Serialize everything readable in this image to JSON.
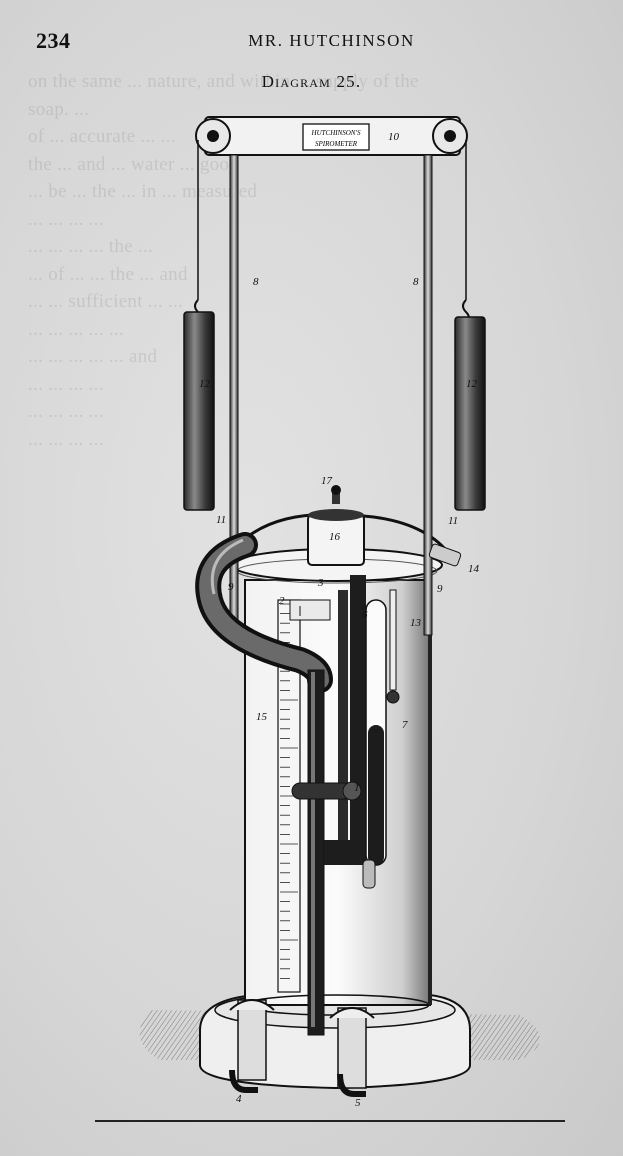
{
  "header": {
    "page_number": "234",
    "running_head": "MR. HUTCHINSON"
  },
  "figure": {
    "caption": "Diagram 25.",
    "label_plate_line1": "HUTCHINSON'S",
    "label_plate_line2": "SPIROMETER",
    "part_numbers": [
      "10",
      "8",
      "8",
      "12",
      "12",
      "17",
      "16",
      "11",
      "11",
      "9",
      "9",
      "14",
      "3",
      "2",
      "6",
      "13",
      "15",
      "7",
      "1",
      "4",
      "5"
    ]
  },
  "bleed_through_text": "on the same ... nature, and within ... supply of the\nsoap. ...\nof ... accurate ... ...\nthe ... and ... water ... good\n... be ... the ... in ... measured\n... ... ... ...\n... ... ... ... the ...\n... of ... ... the ... and\n... ... sufficient ... ...\n... ... ... ... ...\n... ... ... ... ... and\n... ... ... ...\n... ... ... ...\n... ... ... ..."
}
